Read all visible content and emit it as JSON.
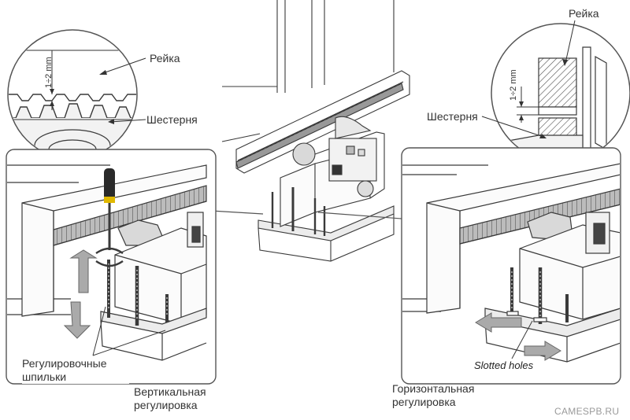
{
  "labels": {
    "rack_top_left": "Рейка",
    "gear_top_left": "Шестерня",
    "gap_left": "1÷2 mm",
    "rack_top_right": "Рейка",
    "gear_top_right": "Шестерня",
    "gap_right": "1÷2 mm",
    "adjusting_studs": "Регулировочные шпильки",
    "vertical_adjust": "Вертикальная регулировка",
    "horizontal_adjust": "Горизонтальная регулировка",
    "slotted_holes": "Slotted holes",
    "watermark": "CAMESPB.RU"
  },
  "colors": {
    "line": "#3a3a3a",
    "light_line": "#9a9a9a",
    "frame": "#555555",
    "rack_fill": "#8c8c8c",
    "gear_fill": "#d9d9d9",
    "box_fill": "#f4f4f4",
    "handle_fill": "#2a2a2a",
    "handle_band": "#e0b800",
    "arrow_fill": "#9a9a9a",
    "hatch": "#555555"
  }
}
